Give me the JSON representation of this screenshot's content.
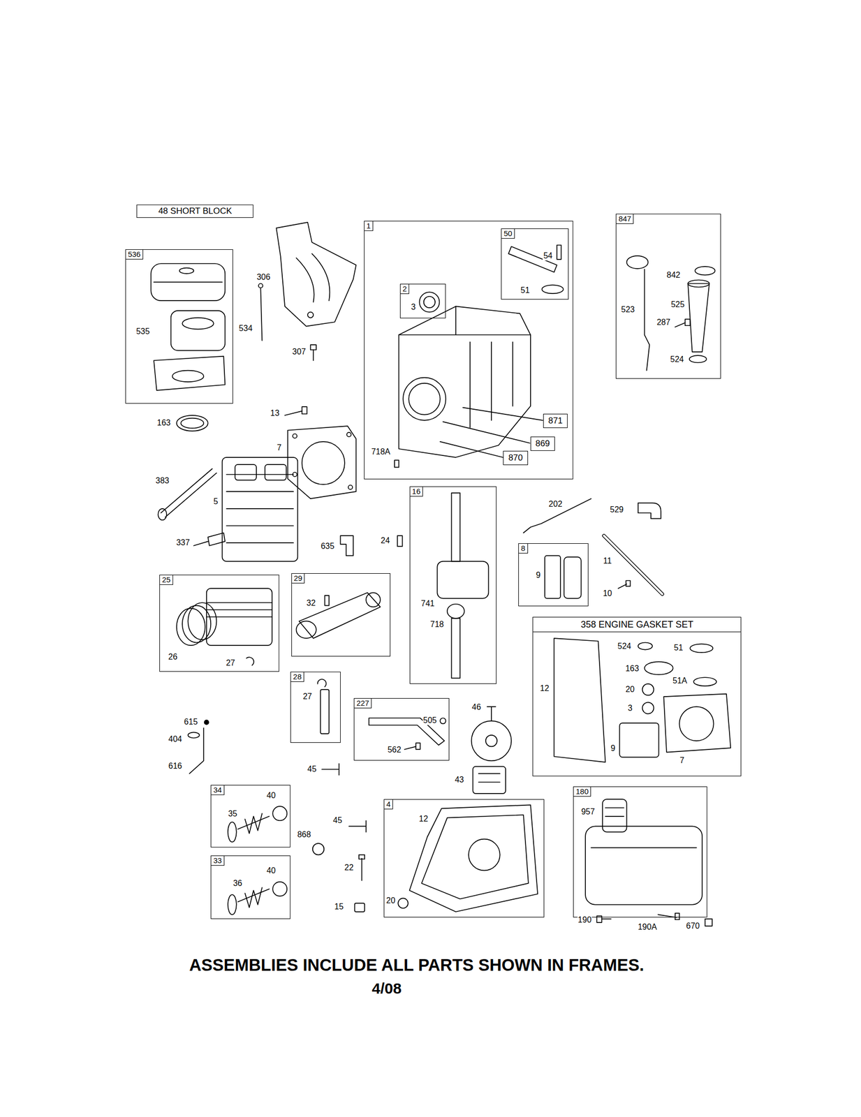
{
  "diagram": {
    "caption": "ASSEMBLIES INCLUDE ALL PARTS SHOWN IN FRAMES.",
    "nodes": [
      {
        "text": [
          "48 SHORT BLOCK"
        ]
      },
      {
        "text": [
          "536",
          "535"
        ]
      },
      {
        "text": [
          "1",
          "718A"
        ]
      },
      {
        "text": [
          "50",
          "54",
          "51"
        ],
        "in": 2
      },
      {
        "text": [
          "2",
          "3"
        ],
        "in": 2
      },
      {
        "text": [
          "871"
        ],
        "in": 2
      },
      {
        "text": [
          "869"
        ],
        "in": 2
      },
      {
        "text": [
          "870"
        ],
        "in": 2
      },
      {
        "text": [
          "847",
          "842",
          "523",
          "525",
          "287",
          "524"
        ]
      },
      {
        "text": [
          "16",
          "741",
          "718"
        ]
      },
      {
        "text": [
          "8",
          "9"
        ]
      },
      {
        "text": [
          "25",
          "26",
          "27"
        ]
      },
      {
        "text": [
          "29",
          "32"
        ]
      },
      {
        "text": [
          "358 ENGINE GASKET SET",
          "524",
          "51",
          "163",
          "51A",
          "12",
          "20",
          "3",
          "9",
          "7"
        ]
      },
      {
        "text": [
          "28",
          "27"
        ]
      },
      {
        "text": [
          "227",
          "505",
          "562"
        ]
      },
      {
        "text": [
          "34",
          "40",
          "35"
        ]
      },
      {
        "text": [
          "33",
          "40",
          "36"
        ]
      },
      {
        "text": [
          "4",
          "12",
          "20"
        ]
      },
      {
        "text": [
          "180",
          "957"
        ]
      }
    ],
    "labels": [
      "306",
      "534",
      "307",
      "163",
      "13",
      "7",
      "383",
      "5",
      "337",
      "635",
      "24",
      "202",
      "529",
      "11",
      "10",
      "615",
      "404",
      "616",
      "45",
      "46",
      "43",
      "868",
      "45",
      "22",
      "15",
      "190",
      "190A",
      "670",
      "4/08"
    ]
  }
}
